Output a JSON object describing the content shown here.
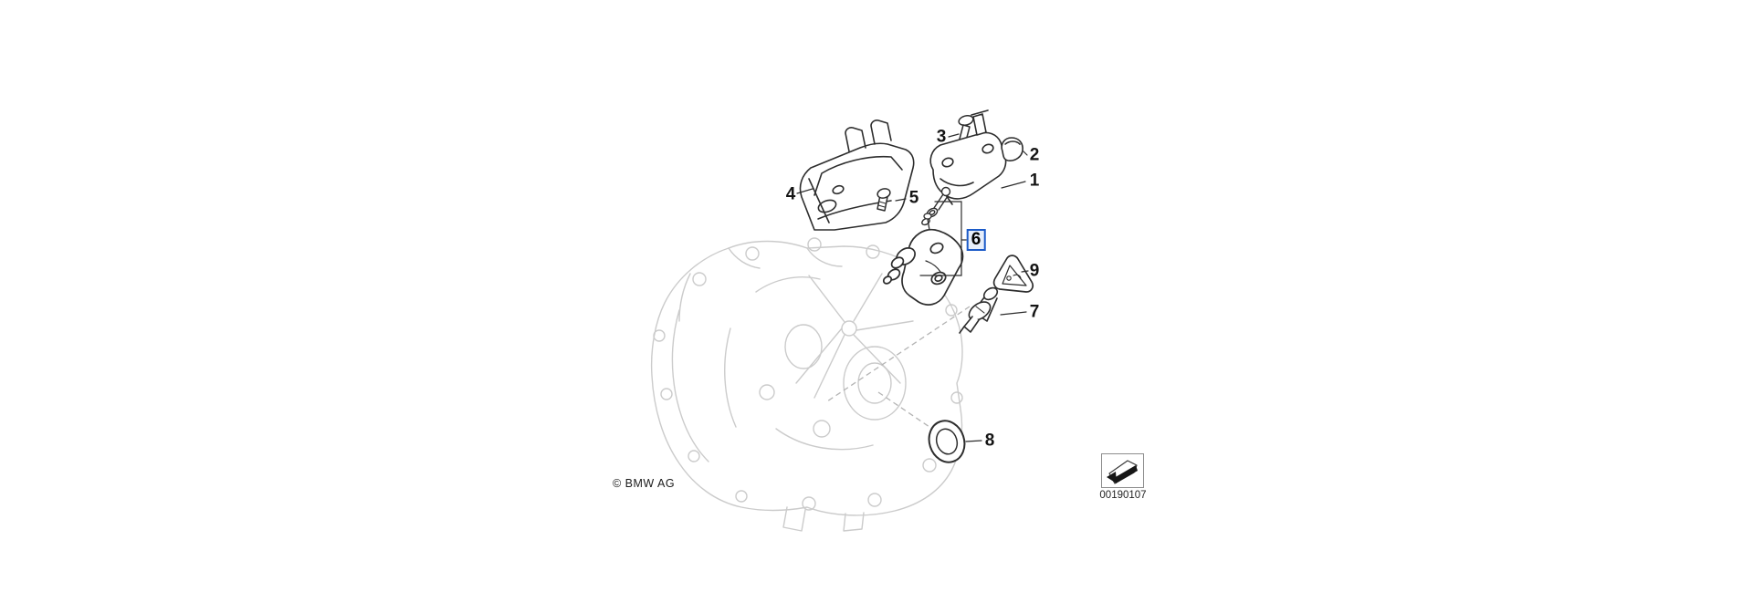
{
  "canvas": {
    "background": "#ffffff"
  },
  "diagram": {
    "type": "exploded-parts-diagram",
    "copyright": "© BMW AG",
    "diagram_number": "00190107",
    "highlight_color": "#1c5bc8",
    "highlight_fill": "#e6eefb",
    "callouts": [
      {
        "label": "1",
        "selected": false
      },
      {
        "label": "2",
        "selected": false
      },
      {
        "label": "3",
        "selected": false
      },
      {
        "label": "4",
        "selected": false
      },
      {
        "label": "5",
        "selected": false
      },
      {
        "label": "6",
        "selected": true
      },
      {
        "label": "7",
        "selected": false
      },
      {
        "label": "8",
        "selected": false
      },
      {
        "label": "9",
        "selected": false
      }
    ],
    "icons": {
      "warning_triangle": "safety-warning-triangle-icon",
      "thumbnail_arrow": "page-corner-arrow-icon"
    }
  }
}
